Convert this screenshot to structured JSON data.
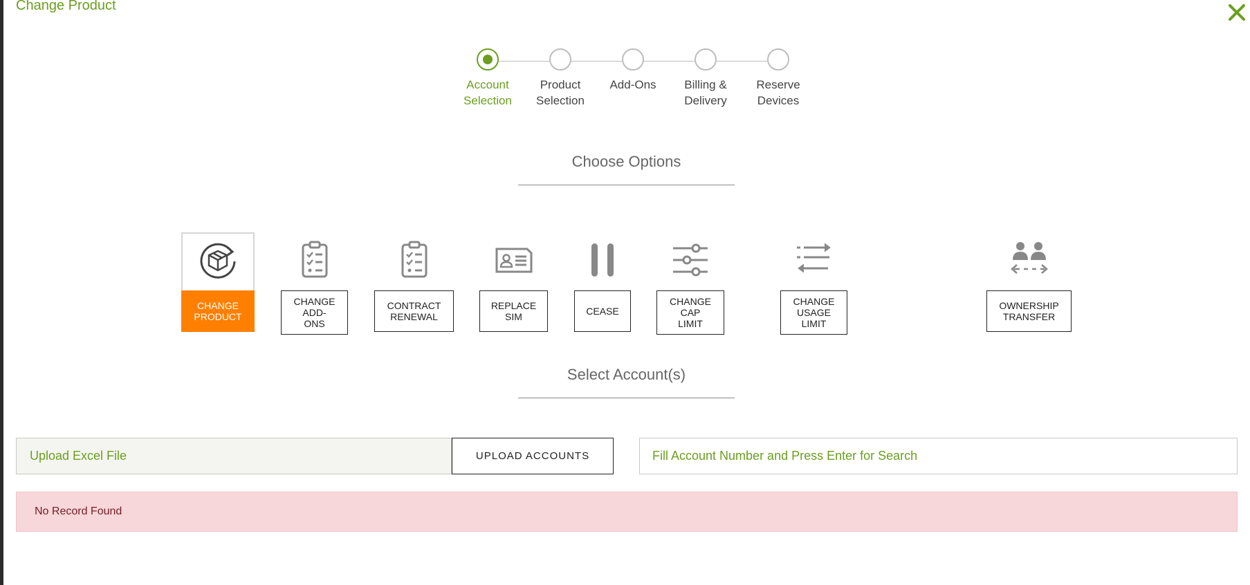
{
  "modal": {
    "title": "Change Product",
    "close_icon": "close-icon",
    "accent_color": "#6b9e1f"
  },
  "stepper": {
    "steps": [
      {
        "label": "Account\nSelection",
        "active": true
      },
      {
        "label": "Product\nSelection",
        "active": false
      },
      {
        "label": "Add-Ons",
        "active": false
      },
      {
        "label": "Billing &\nDelivery",
        "active": false
      },
      {
        "label": "Reserve\nDevices",
        "active": false
      }
    ]
  },
  "choose_options": {
    "title": "Choose Options",
    "selected_color": "#ff7f00",
    "options": [
      {
        "label": "CHANGE\nPRODUCT",
        "icon": "box-refresh-icon",
        "selected": true
      },
      {
        "label": "CHANGE\nADD-\nONS",
        "icon": "clipboard-checklist-icon",
        "selected": false
      },
      {
        "label": "CONTRACT\nRENEWAL",
        "icon": "clipboard-checklist-icon",
        "selected": false
      },
      {
        "label": "REPLACE\nSIM",
        "icon": "id-card-icon",
        "selected": false
      },
      {
        "label": "CEASE",
        "icon": "pause-icon",
        "selected": false
      },
      {
        "label": "CHANGE\nCAP\nLIMIT",
        "icon": "sliders-icon",
        "selected": false
      },
      {
        "label": "CHANGE\nUSAGE\nLIMIT",
        "icon": "transfer-arrows-icon",
        "selected": false
      },
      {
        "label": "OWNERSHIP\nTRANSFER",
        "icon": "users-transfer-icon",
        "selected": false
      }
    ]
  },
  "select_accounts": {
    "title": "Select Account(s)",
    "upload_field_label": "Upload Excel File",
    "upload_button_label": "UPLOAD ACCOUNTS",
    "search_placeholder": "Fill Account Number and Press Enter for Search",
    "search_value": "",
    "alert_text": "No Record Found"
  }
}
